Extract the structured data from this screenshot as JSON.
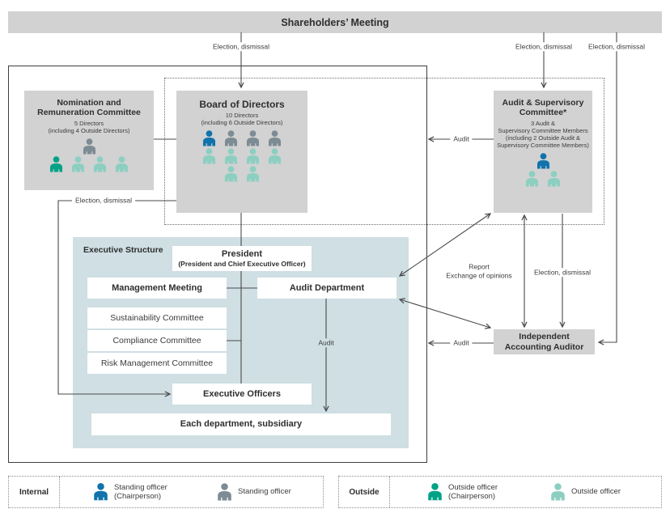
{
  "palette": {
    "box_gray": "#d2d2d2",
    "exec_bg": "#cfdfe4",
    "line": "#4a4a4a",
    "person": {
      "standing_chair": "#1173ac",
      "standing": "#7d8b94",
      "outside_chair": "#00a287",
      "outside": "#8ccfc1"
    }
  },
  "shareholders_meeting": {
    "title": "Shareholders’ Meeting"
  },
  "arrow_labels": {
    "election_dismissal": "Election, dismissal",
    "audit": "Audit",
    "report": "Report",
    "exchange_of_opinions": "Exchange of opinions"
  },
  "nomination_committee": {
    "title_line1": "Nomination and",
    "title_line2": "Remuneration Committee",
    "subtitle_line1": "5 Directors",
    "subtitle_line2": "(including 4 Outside Directors)",
    "persons": [
      [
        "standing"
      ],
      [
        "outside_chair",
        "outside",
        "outside",
        "outside"
      ]
    ]
  },
  "board_of_directors": {
    "title": "Board of Directors",
    "subtitle_line1": "10 Directors",
    "subtitle_line2": "(including 6 Outside Directors)",
    "persons": [
      [
        "standing_chair",
        "standing",
        "standing",
        "standing"
      ],
      [
        "outside",
        "outside",
        "outside",
        "outside"
      ],
      [
        "outside",
        "outside"
      ]
    ]
  },
  "audit_supervisory_committee": {
    "title_line1": "Audit & Supervisory",
    "title_line2": "Committee*",
    "subtitle_line1": "3 Audit &",
    "subtitle_line2": "Supervisory Committee Members",
    "subtitle_line3": "(including 2 Outside Audit &",
    "subtitle_line4": "Supervisory Committee Members)",
    "persons": [
      [
        "standing_chair"
      ],
      [
        "outside",
        "outside"
      ]
    ]
  },
  "executive_structure": {
    "label": "Executive Structure",
    "president_title": "President",
    "president_subtitle": "(President and Chief Executive Officer)",
    "management_meeting": "Management Meeting",
    "audit_department": "Audit Department",
    "sustainability_committee": "Sustainability Committee",
    "compliance_committee": "Compliance Committee",
    "risk_management_committee": "Risk Management Committee",
    "executive_officers": "Executive Officers",
    "each_department": "Each department, subsidiary"
  },
  "independent_accounting_auditor": {
    "title_line1": "Independent",
    "title_line2": "Accounting Auditor"
  },
  "legend": {
    "internal": {
      "label": "Internal",
      "items": [
        {
          "type": "standing_chair",
          "line1": "Standing officer",
          "line2": "(Chairperson)"
        },
        {
          "type": "standing",
          "line1": "Standing officer",
          "line2": ""
        }
      ]
    },
    "outside": {
      "label": "Outside",
      "items": [
        {
          "type": "outside_chair",
          "line1": "Outside officer",
          "line2": "(Chairperson)"
        },
        {
          "type": "outside",
          "line1": "Outside officer",
          "line2": ""
        }
      ]
    }
  }
}
